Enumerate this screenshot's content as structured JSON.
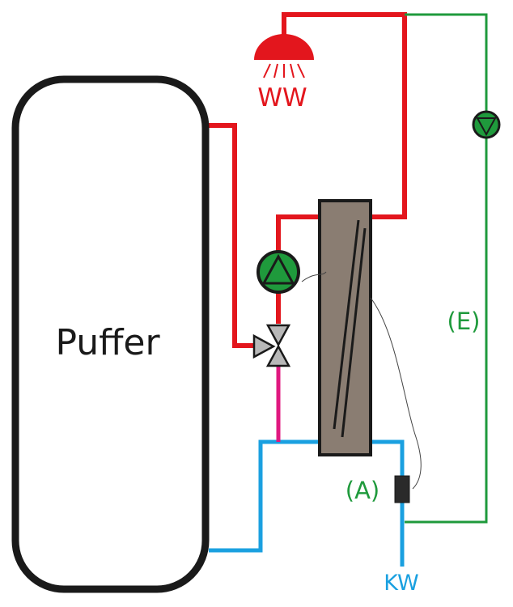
{
  "diagram": {
    "tank_label": "Puffer",
    "hot_water_label": "WW",
    "cold_water_label": "KW",
    "sensor_label": "(A)",
    "circulation_label": "(E)"
  },
  "colors": {
    "hot_pipe": "#e3161d",
    "cold_pipe": "#1aa0e0",
    "circulation_pipe": "#1f9a3c",
    "mixing_pipe": "#e0187f",
    "pump_fill": "#1f9a3c",
    "heat_exchanger_fill": "#8a7d72",
    "valve_fill": "#b8b8b8",
    "outline": "#1a1a1a"
  },
  "icons": {
    "shower": "shower-icon",
    "charging_pump": "pump-icon",
    "circulation_pump": "circulation-pump-icon",
    "valve": "three-way-valve-icon",
    "sensor": "flow-sensor-icon",
    "heat_exchanger": "heat-exchanger-icon"
  }
}
